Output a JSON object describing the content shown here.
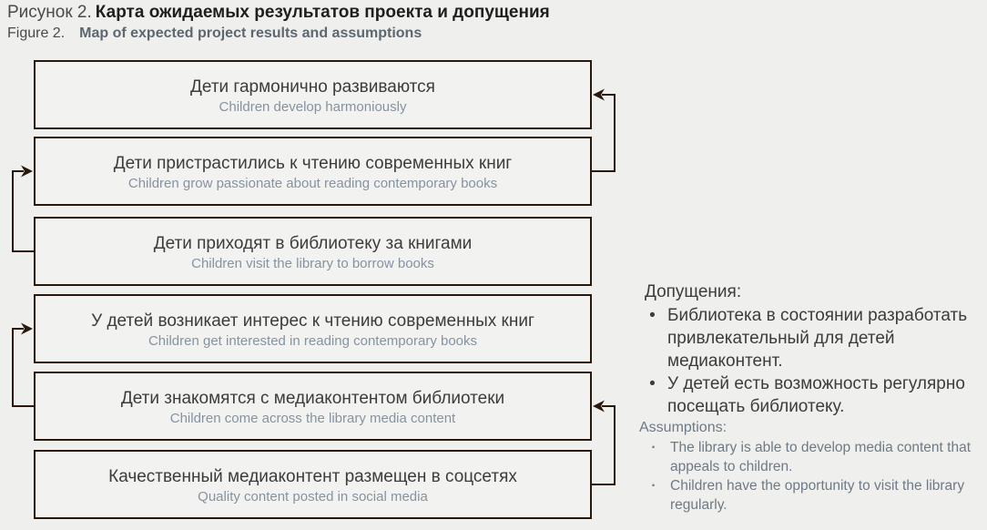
{
  "title": {
    "ru_prefix": "Рисунок 2.",
    "ru_main": "Карта ожидаемых результатов проекта и допущения",
    "en_prefix": "Figure 2.",
    "en_main": "Map of expected project results and assumptions"
  },
  "boxes": [
    {
      "ru": "Дети гармонично развиваются",
      "en": "Children develop harmoniously"
    },
    {
      "ru": "Дети пристрастились к чтению современных книг",
      "en": "Children grow passionate about reading contemporary books"
    },
    {
      "ru": "Дети приходят в библиотеку за книгами",
      "en": "Children visit the library to borrow books"
    },
    {
      "ru": "У детей возникает интерес к чтению современных книг",
      "en": "Children get interested in reading contemporary books"
    },
    {
      "ru": "Дети знакомятся с медиаконтентом библиотеки",
      "en": "Children come across the library media content"
    },
    {
      "ru": "Качественный медиаконтент размещен в соцсетях",
      "en": "Quality content posted in social media"
    }
  ],
  "assumptions": {
    "ru_heading": "Допущения:",
    "ru_bullet": "•",
    "ru_items": [
      "Библиотека в состоянии разработать привлекательный для детей медиаконтент.",
      "У детей есть возможность регулярно посещать библиотеку."
    ],
    "en_heading": "Assumptions:",
    "en_bullet": "·",
    "en_items": [
      "The library is able to develop media content that appeals to children.",
      "Children have the opportunity to visit the library regularly."
    ]
  },
  "colors": {
    "page_background": "#efefed",
    "box_fill": "#f2f2f0",
    "box_border": "#2a180d",
    "ru_text": "#3c3c3c",
    "en_text": "#8593a1",
    "title_bold": "#1f1f1f",
    "title_en_bold": "#5d6770"
  }
}
